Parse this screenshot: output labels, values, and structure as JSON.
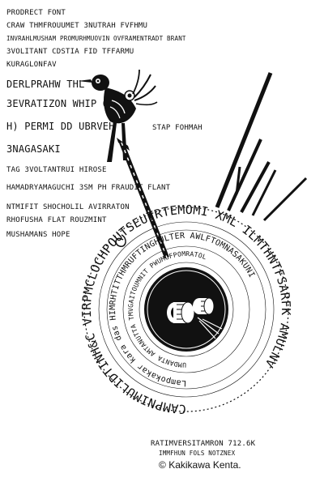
{
  "poster": {
    "top_left_lines": [
      "PRODRECT FONT",
      "CRAW THMFROUUMET 3NUTRAH FVFHMU",
      "INVRAHLMUSHAM PROMURHMUOVIN OVFRAMENTRADT BRANT",
      "3VOLITANT CDSTIA FID TFFARMU",
      "KURAGLONFAV",
      "DERLPRAHW THL",
      "3EVRATIZON WHIP OUT",
      "H) PERMI DD UBRVEH",
      "3NAGASAKI",
      "TAG 3VOLTANTRUI HIROSE",
      "HAMADRYAMAGUCHI 3SM PH FRAUDIT FLANT"
    ],
    "side_label": "STAP FOHMAH",
    "lower_left_lines": [
      "NTMIFIT SHOCHOLIL AVIRRATON",
      "RHOFUSHA FLAT ROUZMINT",
      "MUSHAMANS HOPE"
    ],
    "spiral_outer": "CAMPNIMULIDTINH&C VIRPMCLOCHPOUTSEUTRTEMOMI XML ILMTHNTFSARFK AMULNV",
    "spiral_mid": "Lampokakar kara das HIMRHTITTHMRUFTINGHULTER AWLFTOMNASAKUNI",
    "spiral_inner": "UMDANTA AMTANUTTA TMVGAITOUMNIT PWUMUFPOMRATOL",
    "bottom_right_lines": [
      "RATIMVERSITAMRON 712.6K",
      "IMMFHUN FOLS NOTZNEX"
    ],
    "copyright_symbol": "©",
    "credit": "Kakikawa Kenta."
  }
}
